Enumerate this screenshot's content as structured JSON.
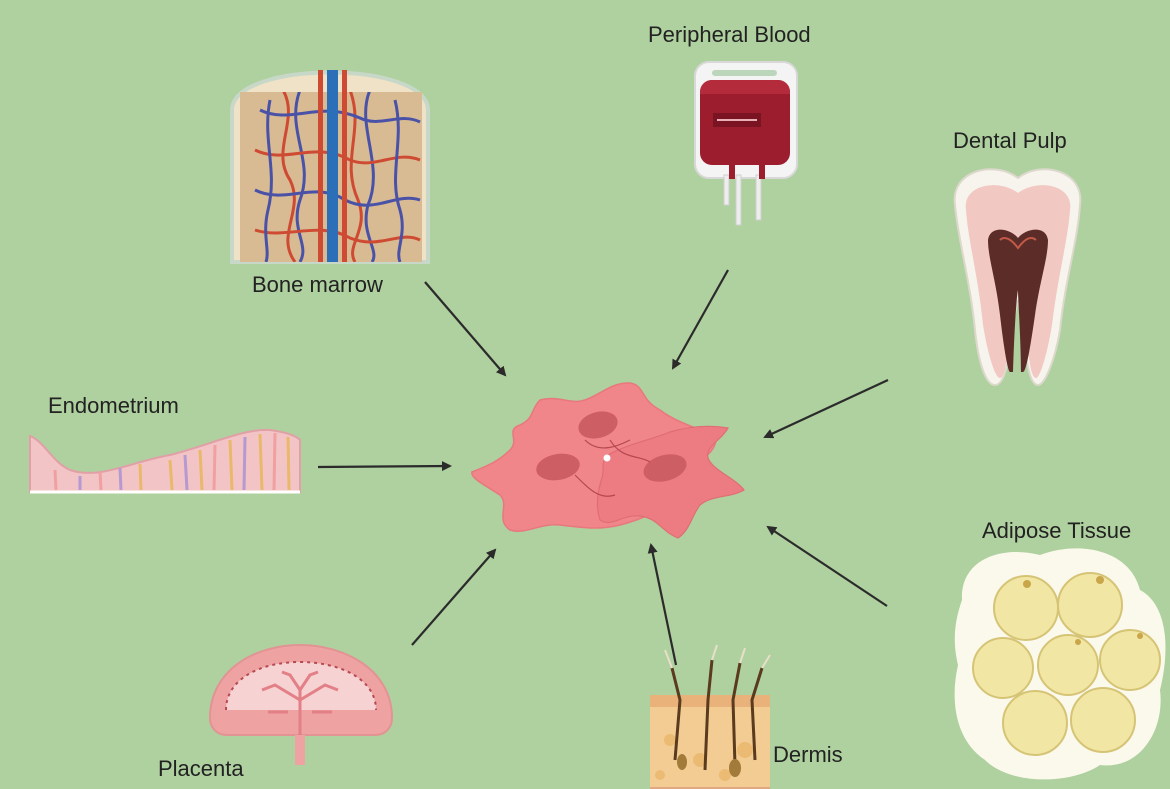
{
  "labels": {
    "peripheral_blood": "Peripheral Blood",
    "dental_pulp": "Dental Pulp",
    "bone_marrow": "Bone marrow",
    "endometrium": "Endometrium",
    "adipose_tissue": "Adipose Tissue",
    "dermis": "Dermis",
    "placenta": "Placenta"
  },
  "colors": {
    "background": "#afd09f",
    "cell": "#f0868a",
    "nucleus": "#cc5e64",
    "arrow": "#2b2b2b"
  }
}
